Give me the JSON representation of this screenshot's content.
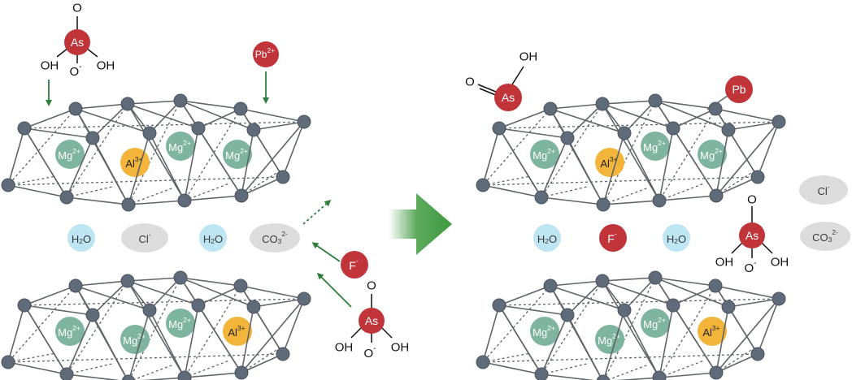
{
  "labels": {
    "as": "As",
    "o": "O",
    "oh": "OH",
    "o_minus": "O",
    "minus": "-",
    "pb_charged": "Pb",
    "pb_neutral": "Pb",
    "two_plus": "2+",
    "three_plus": "3+",
    "mg": "Mg",
    "al": "Al",
    "h2o_h": "H",
    "h2o_2": "2",
    "h2o_o": "O",
    "cl": "Cl",
    "co3_co": "CO",
    "co3_3": "3",
    "co3_charge": "2-",
    "f": "F"
  },
  "colors": {
    "node": "#5f6b78",
    "node_stroke": "#4a5560",
    "bond": "#5f6568",
    "mg": "#7fb5a0",
    "al": "#f3b43a",
    "as_red": "#c0343a",
    "water": "#bde5f2",
    "anion_gray": "#dcdcdc",
    "arrow_green": "#2f7d3c",
    "big_arrow": "#3f9a3f"
  }
}
